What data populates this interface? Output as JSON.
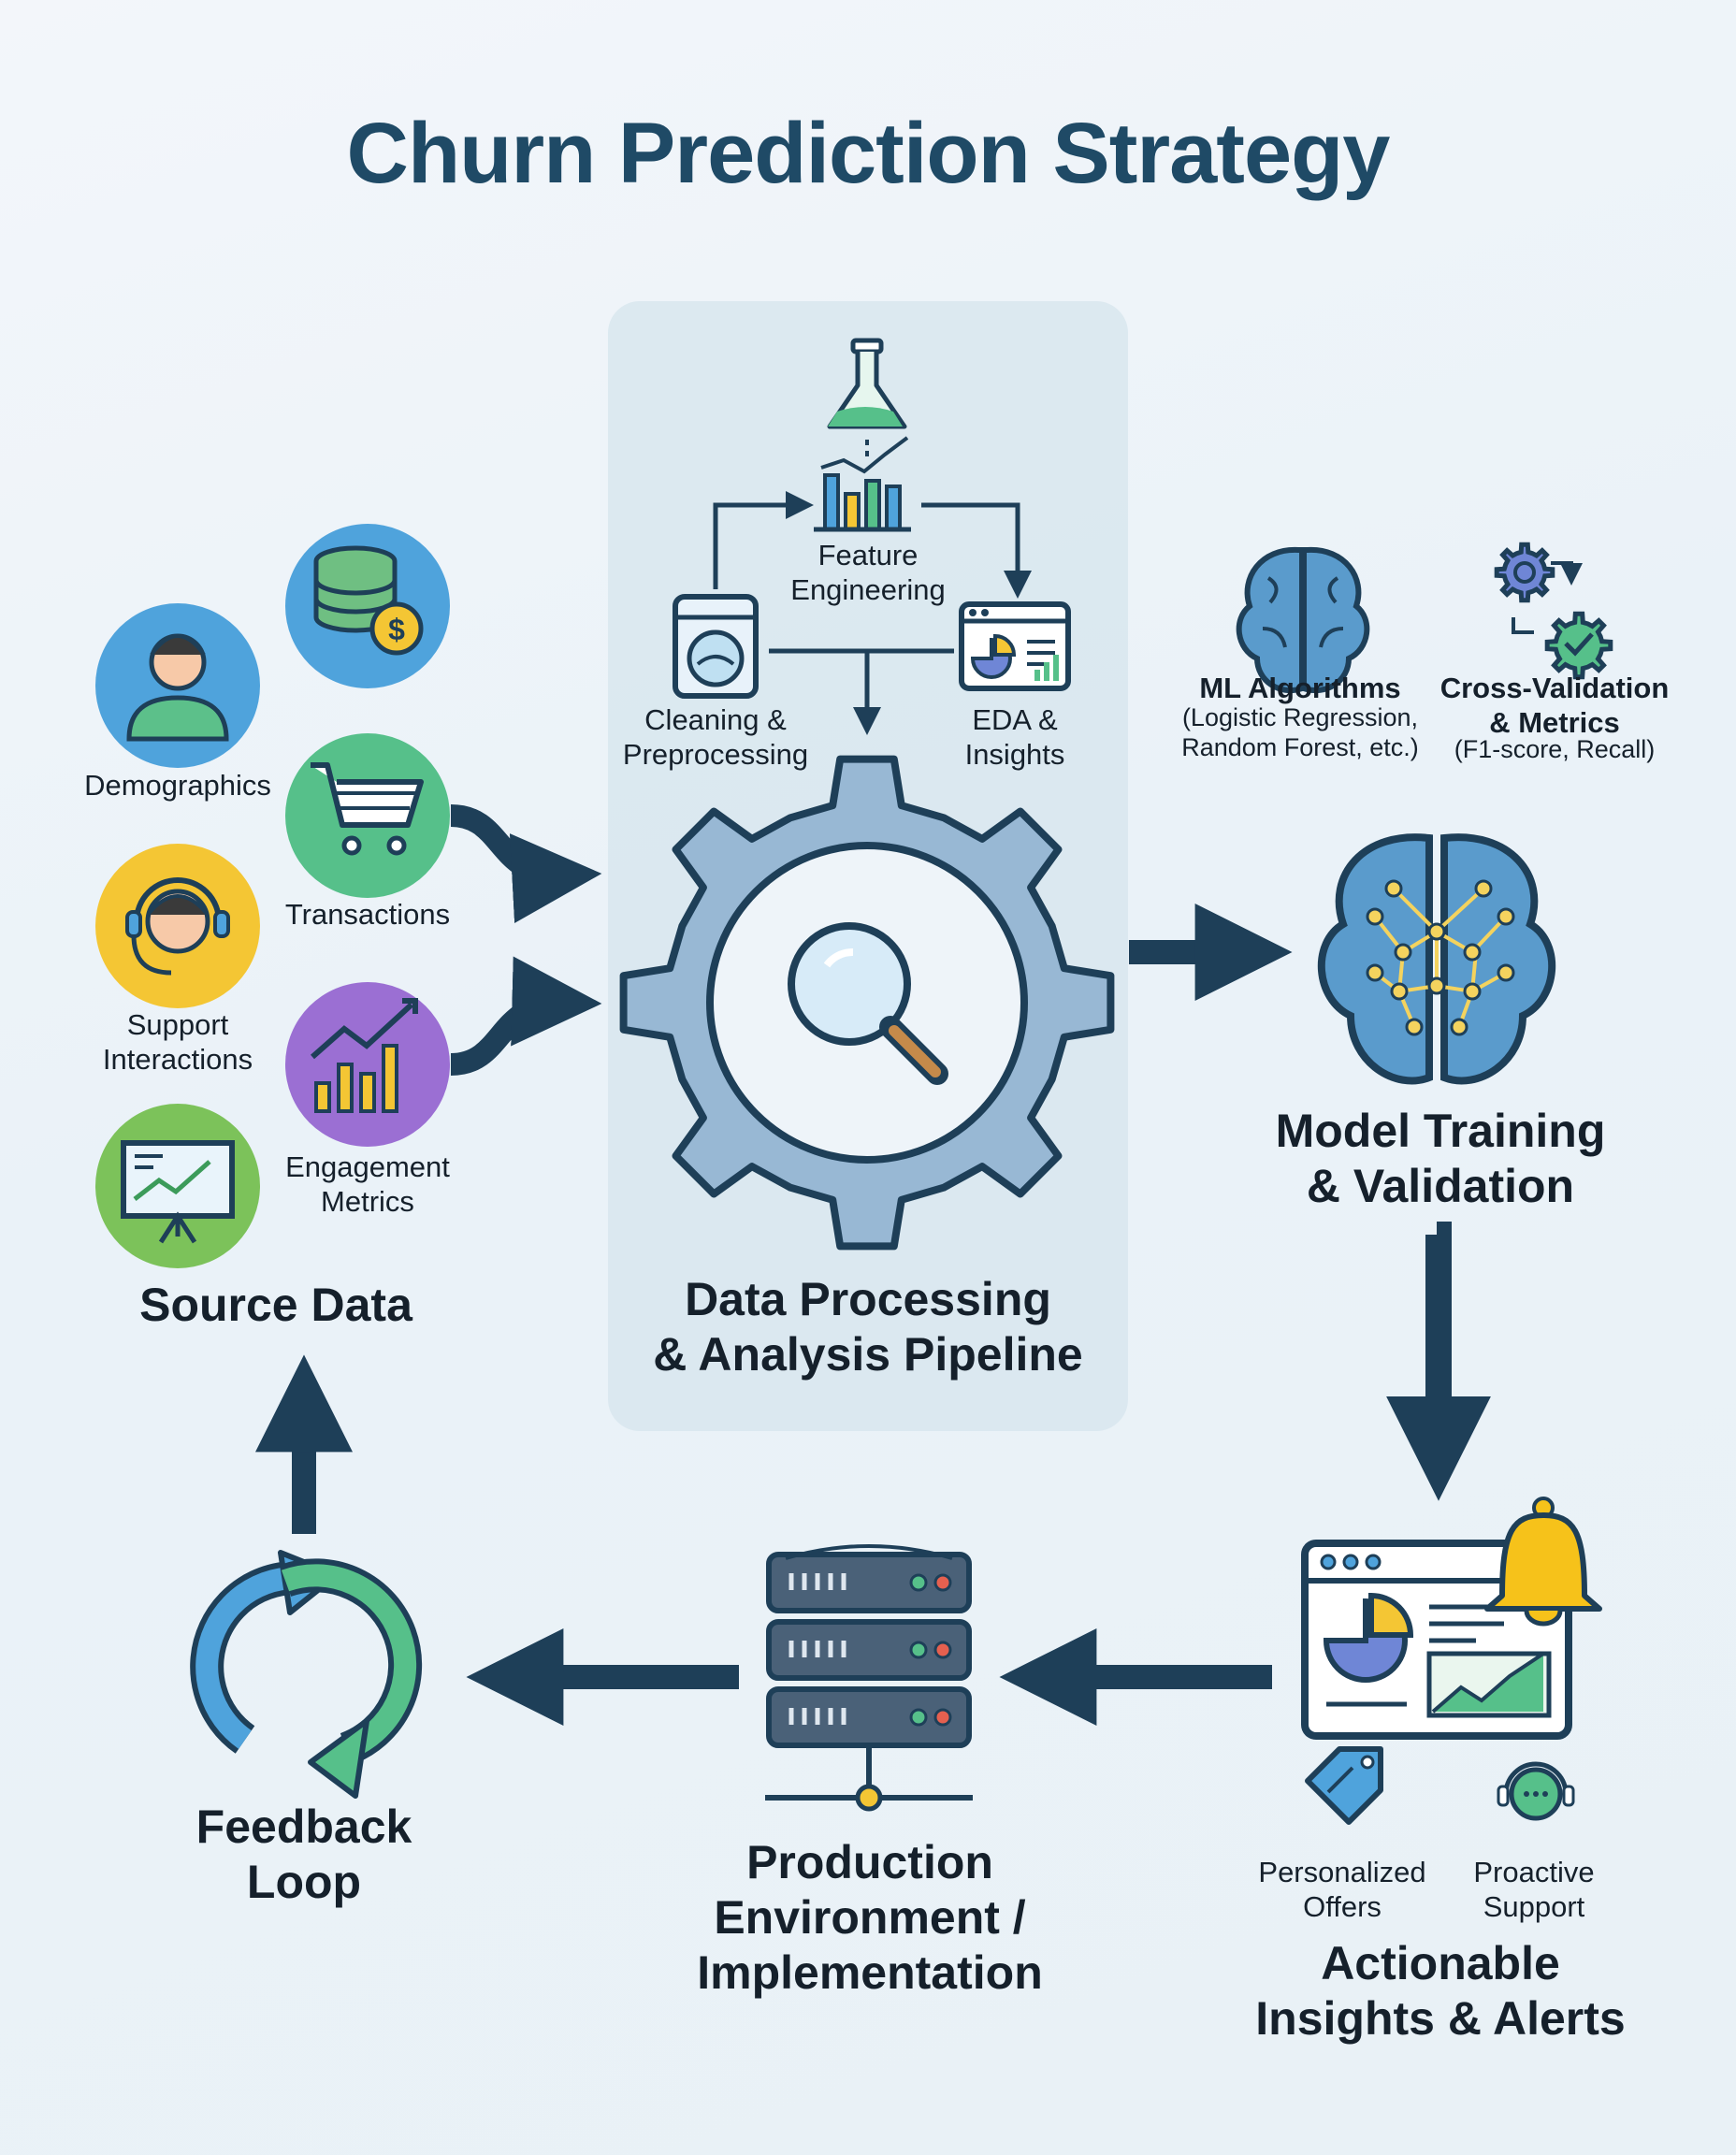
{
  "title": "Churn Prediction Strategy",
  "source": {
    "heading": "Source Data",
    "items": [
      "Demographics",
      "Transactions",
      "Support\nInteractions",
      "Engagement\nMetrics"
    ]
  },
  "pipeline": {
    "heading": "Data Processing\n& Analysis Pipeline",
    "steps": {
      "feature": "Feature\nEngineering",
      "cleaning": "Cleaning &\nPreprocessing",
      "eda": "EDA &\nInsights"
    }
  },
  "model": {
    "heading": "Model Training\n& Validation",
    "algorithms_title": "ML Algorithms",
    "algorithms_detail": "(Logistic Regression,\nRandom Forest, etc.)",
    "validation_title": "Cross-Validation\n& Metrics",
    "validation_detail": "(F1-score, Recall)"
  },
  "insights": {
    "heading": "Actionable\nInsights & Alerts",
    "offers": "Personalized\nOffers",
    "support": "Proactive\nSupport"
  },
  "production": {
    "heading": "Production\nEnvironment /\nImplementation"
  },
  "feedback": {
    "heading": "Feedback\nLoop"
  },
  "colors": {
    "title": "#1f4a66",
    "arrow": "#1e3f58",
    "gear": "#98b8d4",
    "blue": "#4fa3dc",
    "green": "#56c08a",
    "yellow": "#f4c634",
    "purple": "#9b6fd3",
    "brain": "#5a9bcc",
    "bell": "#f6c21a"
  }
}
